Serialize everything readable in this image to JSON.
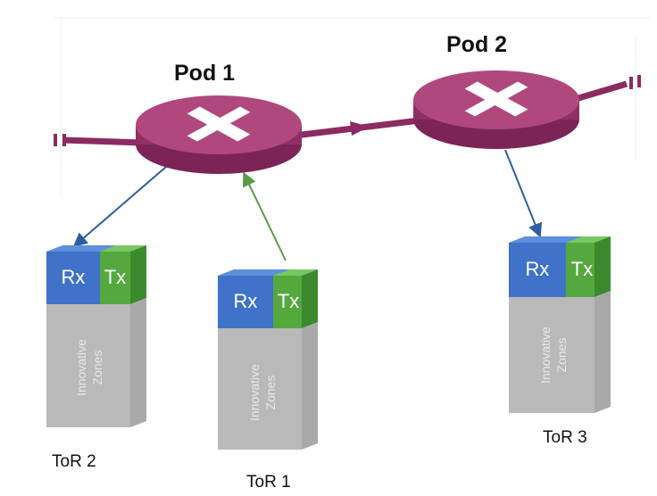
{
  "pods": [
    {
      "label": "Pod 1"
    },
    {
      "label": "Pod 2"
    }
  ],
  "tors": [
    {
      "label": "ToR 2",
      "rx": "Rx",
      "tx": "Tx",
      "zone_line1": "Innovative",
      "zone_line2": "Zones"
    },
    {
      "label": "ToR 1",
      "rx": "Rx",
      "tx": "Tx",
      "zone_line1": "Innovative",
      "zone_line2": "Zones"
    },
    {
      "label": "ToR 3",
      "rx": "Rx",
      "tx": "Tx",
      "zone_line1": "Innovative",
      "zone_line2": "Zones"
    }
  ],
  "colors": {
    "router": "#b0487e",
    "router_dark": "#7d2457",
    "rx": "#3f72c8",
    "tx": "#55a83e",
    "zone": "#b9b9b9",
    "arrow_rx": "#2f5d9e",
    "arrow_tx": "#5a9a4a"
  }
}
